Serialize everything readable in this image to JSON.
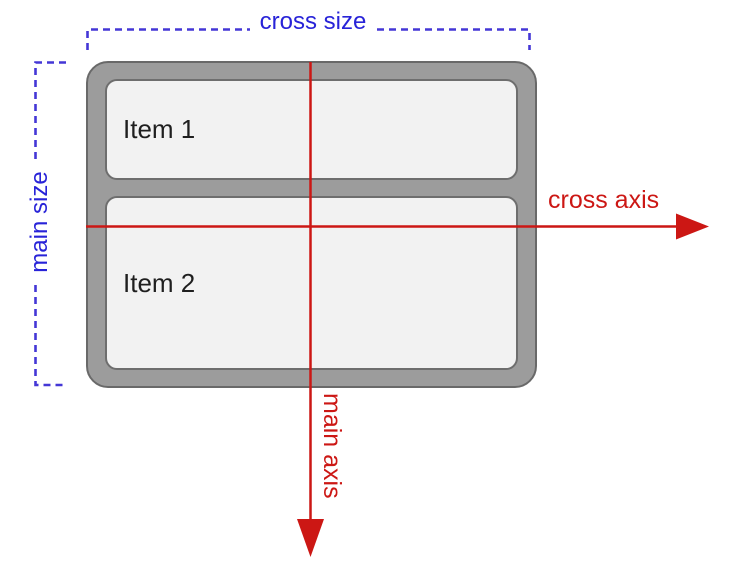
{
  "labels": {
    "cross_size": "cross size",
    "main_size": "main size",
    "cross_axis": "cross axis",
    "main_axis": "main axis"
  },
  "container": {
    "items": [
      {
        "label": "Item 1"
      },
      {
        "label": "Item 2"
      }
    ]
  },
  "colors": {
    "size-blue": "#2823d8",
    "dash-blue": "#4437d6",
    "axis-red": "#cc1714",
    "container-fill": "#9c9c9c",
    "container-stroke": "#696969",
    "item-fill": "#f2f2f2",
    "item-stroke": "#6e6e6e",
    "item-text": "#1f1f1f"
  }
}
